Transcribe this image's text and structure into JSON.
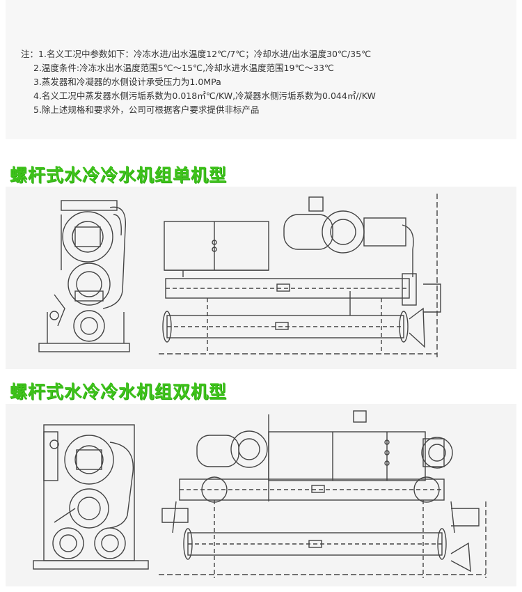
{
  "notes": {
    "prefix": "注：",
    "items": [
      "1.名义工况中参数如下：冷冻水进/出水温度12℃/7℃；冷却水进/出水温度30℃/35℃",
      "2.温度条件:冷冻水出水温度范围5℃～15℃,冷却水进水温度范围19℃～33℃",
      "3.蒸发器和冷凝器的水侧设计承受压力为1.0MPa",
      "4.名义工况中蒸发器水侧污垢系数为0.018㎡℃/KW,冷凝器水侧污垢系数为0.044㎡//KW",
      "5.除上述规格和要求外，公司可根据客户要求提供非标产品"
    ]
  },
  "sections": [
    {
      "title": "螺杆式水冷冷水机组单机型"
    },
    {
      "title": "螺杆式水冷冷水机组双机型"
    }
  ],
  "colors": {
    "title_green": "#3ec21b",
    "panel_bg": "#f4f4f4",
    "line": "#444444"
  }
}
